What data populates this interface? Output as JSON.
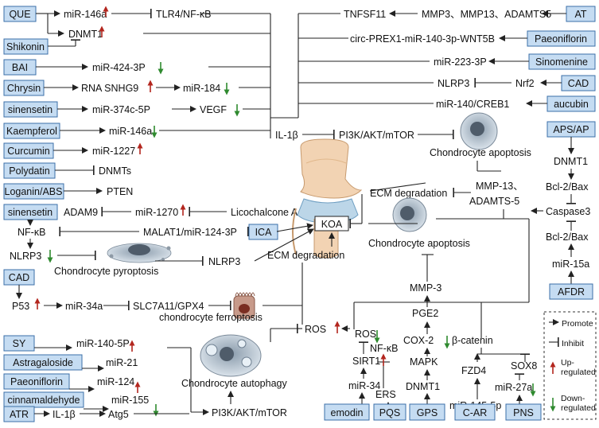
{
  "compounds": {
    "que": "QUE",
    "shikonin": "Shikonin",
    "bai": "BAI",
    "chrysin": "Chrysin",
    "sinensetin": "sinensetin",
    "kaempferol": "Kaempferol",
    "curcumin": "Curcumin",
    "polydatin": "Polydatin",
    "loganin": "Loganin/ABS",
    "sinensetin2": "sinensetin",
    "ica": "ICA",
    "cad": "CAD",
    "cad2": "CAD",
    "sy": "SY",
    "astragaloside": "Astragaloside",
    "paeoniflorin": "Paeoniflorin",
    "paeoniflorin2": "Paeoniflorin",
    "cinnamaldehyde": "cinnamaldehyde",
    "atr": "ATR",
    "at": "AT",
    "sinomenine": "Sinomenine",
    "aucubin": "aucubin",
    "aps": "APS/AP",
    "afdr": "AFDR",
    "emodin": "emodin",
    "pqs": "PQS",
    "gps": "GPS",
    "car": "C-AR",
    "pns": "PNS"
  },
  "labels": {
    "mir146a": "miR-146a",
    "tlr4": "TLR4/NF-κB",
    "dnmt1a": "DNMT1",
    "mir424": "miR-424-3P",
    "snhg9": "RNA SNHG9",
    "mir184": "miR-184",
    "mir374": "miR-374c-5P",
    "vegf": "VEGF",
    "mir146b": "miR-146a",
    "mir1227": "miR-1227",
    "dnmts": "DNMTs",
    "pten": "PTEN",
    "adam9": "ADAM9",
    "mir1270": "miR-1270",
    "licochalcone": "Licochalcone A",
    "nfkb": "NF-κB",
    "malat1": "MALAT1/miR-124-3P",
    "nlrp3a": "NLRP3",
    "pyroptosis": "Chondrocyte pyroptosis",
    "nlrp3b": "NLRP3",
    "p53": "P53",
    "mir34a": "miR-34a",
    "slc7a11": "SLC7A11/GPX4",
    "ferroptosis": "chondrocyte ferroptosis",
    "mir140": "miR-140-5P",
    "mir21": "miR-21",
    "mir124": "miR-124",
    "mir155": "miR-155",
    "il1b_a": "IL-1β",
    "atg5": "Atg5",
    "pi3k_a": "PI3K/AKT/mTOR",
    "autophagy": "Chondrocyte autophagy",
    "tnfsf11": "TNFSF11",
    "mmps": "MMP3、MMP13、ADAMTS5",
    "circ": "circ-PREX1-miR-140-3p-WNT5B",
    "mir223": "miR-223-3P",
    "nlrp3c": "NLRP3",
    "nrf2": "Nrf2",
    "creb1": "miR-140/CREB1",
    "il1b_b": "IL-1β",
    "pi3k_b": "PI3K/AKT/mTOR",
    "apoptosis1": "Chondrocyte apoptosis",
    "ecm1": "ECM degradation",
    "mmp13": "MMP-13、",
    "adamts": "ADAMTS-5",
    "apoptosis2": "Chondrocyte apoptosis",
    "koa": "KOA",
    "ecm2": "ECM degradation",
    "ros": "ROS",
    "ros2": "ROS",
    "nfkb2": "NF-κB",
    "mmp3": "MMP-3",
    "pge2": "PGE2",
    "sirt1": "SIRT1",
    "ers": "ERS",
    "cox2": "COX-2",
    "mapk": "MAPK",
    "dnmt1b": "DNMT1",
    "mir34": "miR-34",
    "bcatenin": "β-catenin",
    "fzd4": "FZD4",
    "sox8": "SOX8",
    "mir27a": "miR-27a",
    "mir145": "miR-145-5p",
    "dnmt1c": "DNMT1",
    "bcl2a": "Bcl-2/Bax",
    "caspase3": "Caspase3",
    "bcl2b": "Bcl-2/Bax",
    "mir15a": "miR-15a"
  },
  "legend": {
    "promote": "Promote",
    "inhibit": "Inhibit",
    "up1": "Up-",
    "up2": "regulated",
    "down1": "Down-",
    "down2": "regulated"
  },
  "colors": {
    "up_arrow": "#b3261e",
    "down_arrow": "#2f8a2f",
    "box_fill": "#c5dcf2",
    "box_stroke": "#3b6fa8"
  }
}
